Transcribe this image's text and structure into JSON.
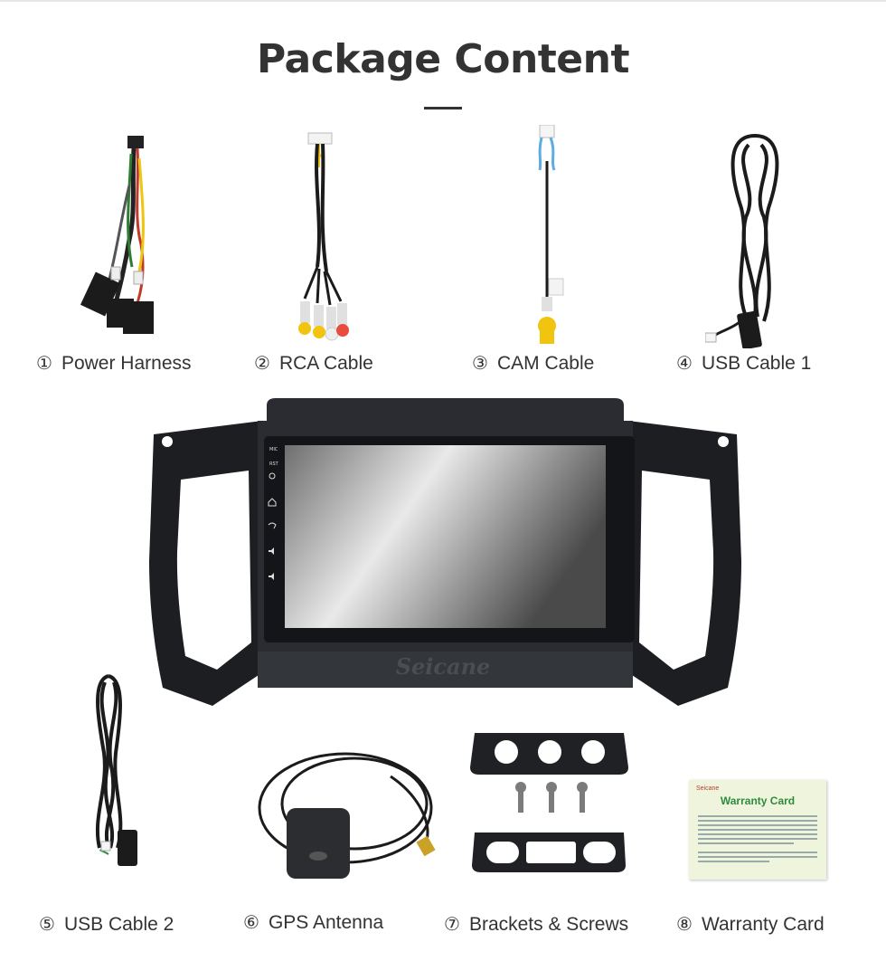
{
  "page": {
    "title": "Package Content"
  },
  "items": [
    {
      "number": "①",
      "label": "Power Harness",
      "icon": "power-harness-icon"
    },
    {
      "number": "②",
      "label": "RCA Cable",
      "icon": "rca-cable-icon"
    },
    {
      "number": "③",
      "label": "CAM Cable",
      "icon": "cam-cable-icon"
    },
    {
      "number": "④",
      "label": "USB Cable 1",
      "icon": "usb-cable-icon"
    },
    {
      "number": "⑤",
      "label": "USB Cable 2",
      "icon": "usb-cable-icon"
    },
    {
      "number": "⑥",
      "label": "GPS Antenna",
      "icon": "gps-antenna-icon"
    },
    {
      "number": "⑦",
      "label": "Brackets & Screws",
      "icon": "brackets-screws-icon"
    },
    {
      "number": "⑧",
      "label": "Warranty Card",
      "icon": "warranty-card-icon"
    }
  ],
  "head_unit": {
    "brand": "Seicane",
    "side_buttons": [
      "MIC",
      "RST",
      "power-icon",
      "home-icon",
      "back-icon",
      "volume-up-icon",
      "volume-down-icon"
    ]
  },
  "warranty_card": {
    "brand": "Seicane",
    "heading": "Warranty Card",
    "accent": "#2e8b3e"
  }
}
